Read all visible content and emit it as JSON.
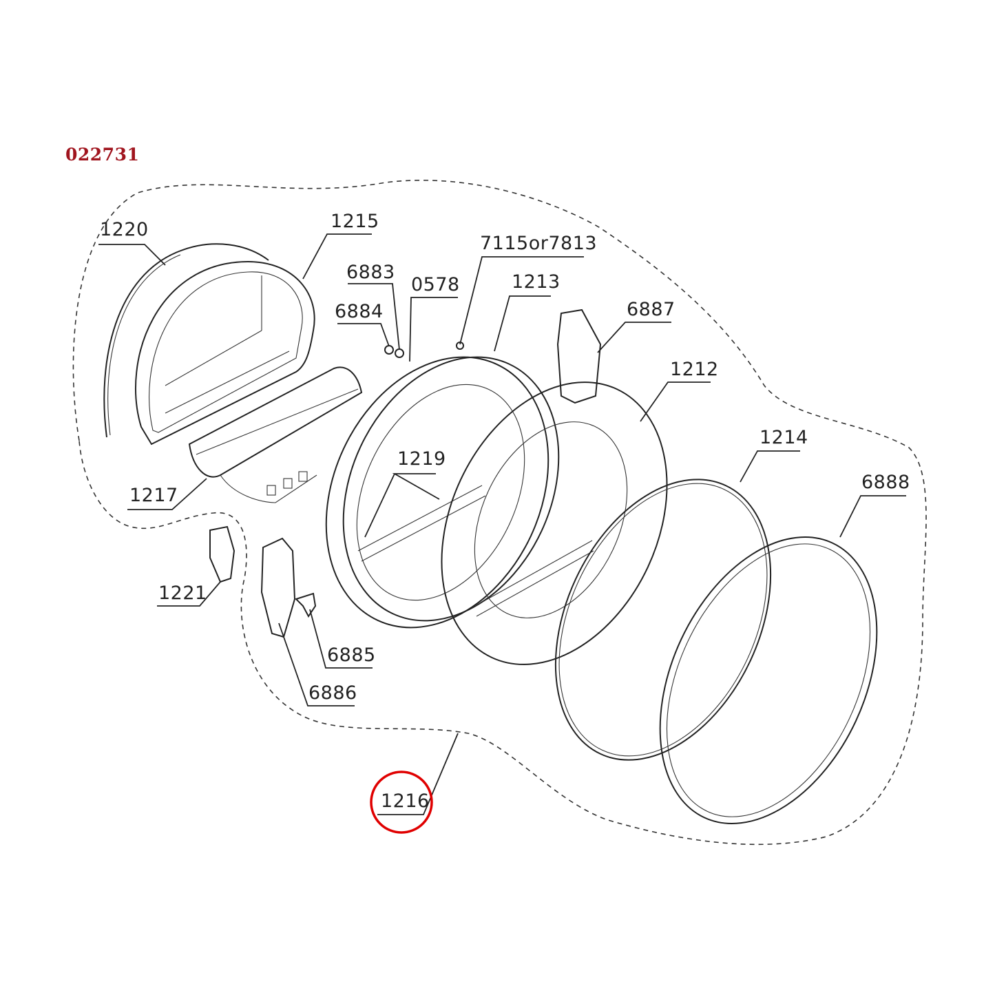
{
  "diagram_id": "022731",
  "callouts": [
    "1220",
    "1215",
    "6883",
    "0578",
    "7115or7813",
    "1213",
    "6884",
    "6887",
    "1212",
    "1214",
    "6888",
    "1219",
    "1217",
    "1221",
    "6885",
    "6886",
    "1216"
  ],
  "highlighted_callout": "1216",
  "colors": {
    "title": "#a0141e",
    "highlight": "#e00000",
    "line": "#222222"
  }
}
